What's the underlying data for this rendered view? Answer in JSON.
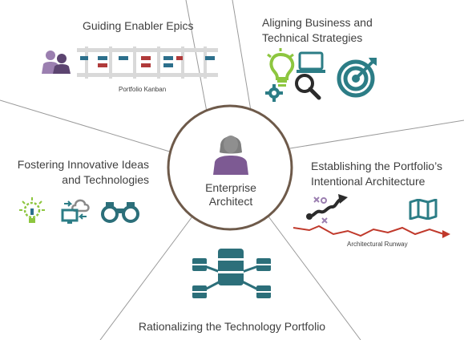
{
  "center": {
    "role_line1": "Enterprise",
    "role_line2": "Architect"
  },
  "segments": {
    "epics": {
      "title": "Guiding Enabler Epics",
      "caption": "Portfolio Kanban"
    },
    "strategies": {
      "title_line1": "Aligning Business and",
      "title_line2": "Technical Strategies"
    },
    "ideas": {
      "title_line1": "Fostering Innovative Ideas",
      "title_line2": "and Technologies"
    },
    "architecture": {
      "title_line1": "Establishing the Portfolio’s",
      "title_line2": "Intentional Architecture",
      "caption": "Architectural Runway"
    },
    "portfolio": {
      "title": "Rationalizing the Technology Portfolio"
    }
  },
  "colors": {
    "teal": "#2c7d86",
    "green": "#8dc63f",
    "purple": "#7b5f8f",
    "red": "#c0392b",
    "gray": "#8a8a8a"
  },
  "icons": [
    "people-icon",
    "lightbulb-icon",
    "gear-icon",
    "laptop-icon",
    "magnifier-icon",
    "target-icon",
    "cloud-sync-icon",
    "binoculars-icon",
    "roadmap-icon",
    "map-icon",
    "database-icon"
  ]
}
